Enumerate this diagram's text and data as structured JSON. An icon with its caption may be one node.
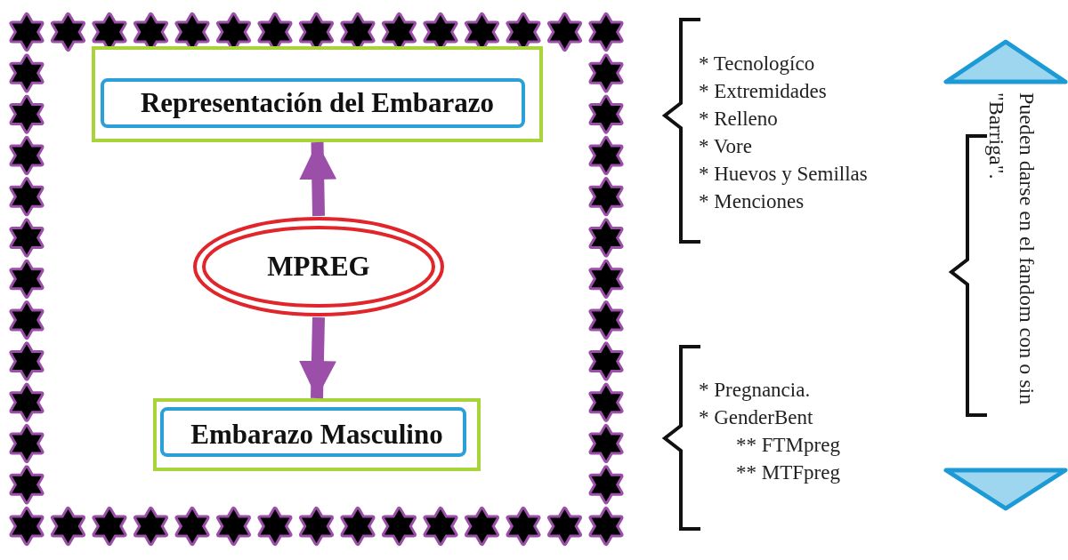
{
  "diagram": {
    "nodes": [
      {
        "text": [
          "Representación del Embarazo"
        ]
      },
      {
        "text": [
          "MPREG"
        ]
      },
      {
        "text": [
          "Embarazo Masculino"
        ]
      }
    ],
    "edges": [
      {
        "from": 1,
        "to": 0,
        "arrow": "to"
      },
      {
        "from": 1,
        "to": 2,
        "arrow": "to"
      }
    ],
    "labels": [
      "* Tecnologíco",
      "* Extremidades",
      "* Relleno",
      "* Vore",
      "* Huevos y Semillas",
      "* Menciones",
      "* Pregnancia.",
      "* GenderBent",
      "** FTMpreg",
      "** MTFpreg",
      "Pueden darse en el fandom con o sin \"Barriga\"."
    ]
  }
}
